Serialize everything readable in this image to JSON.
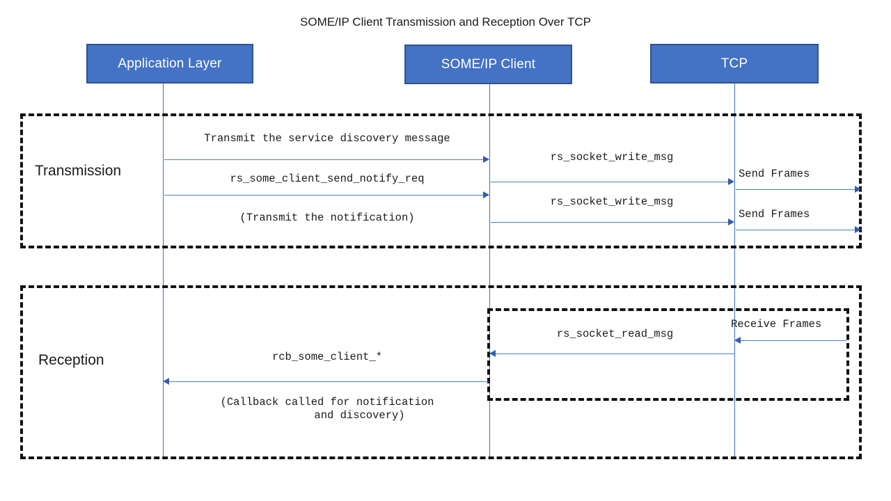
{
  "title": "SOME/IP Client Transmission and Reception Over TCP",
  "theme": {
    "participant_fill": "#4472C4",
    "participant_border": "#2E528F",
    "participant_text": "#FFFFFF",
    "lifeline_color": "#3D6FC4",
    "arrow_color": "#4A7EC8",
    "arrow_head_color": "#2F5FAE",
    "region_border": "#111111",
    "background": "#FFFFFF",
    "text_color": "#1A1A1A"
  },
  "participants": [
    {
      "id": "app",
      "label": "Application Layer"
    },
    {
      "id": "someip",
      "label": "SOME/IP Client"
    },
    {
      "id": "tcp",
      "label": "TCP"
    }
  ],
  "regions": [
    {
      "id": "transmission",
      "label": "Transmission"
    },
    {
      "id": "reception",
      "label": "Reception"
    },
    {
      "id": "reception-inner",
      "label": ""
    }
  ],
  "messages": [
    {
      "id": "m1",
      "from": "app",
      "to": "someip",
      "direction": "right",
      "label": "Transmit the service discovery message",
      "region": "transmission"
    },
    {
      "id": "m2",
      "from": "someip",
      "to": "tcp",
      "direction": "right",
      "label": "rs_socket_write_msg",
      "region": "transmission"
    },
    {
      "id": "m3",
      "from": "tcp",
      "to": "boundary-right",
      "direction": "right",
      "label": "Send Frames",
      "region": "transmission"
    },
    {
      "id": "m4",
      "from": "app",
      "to": "someip",
      "direction": "right",
      "label": "rs_some_client_send_notify_req",
      "region": "transmission"
    },
    {
      "id": "m5",
      "from": "app",
      "to": "someip",
      "direction": "none",
      "label": "(Transmit the notification)",
      "region": "transmission"
    },
    {
      "id": "m6",
      "from": "someip",
      "to": "tcp",
      "direction": "right",
      "label": "rs_socket_write_msg",
      "region": "transmission"
    },
    {
      "id": "m7",
      "from": "tcp",
      "to": "boundary-right",
      "direction": "right",
      "label": "Send Frames",
      "region": "transmission"
    },
    {
      "id": "m8",
      "from": "boundary-right",
      "to": "tcp",
      "direction": "left",
      "label": "Receive Frames",
      "region": "reception-inner"
    },
    {
      "id": "m9",
      "from": "tcp",
      "to": "someip",
      "direction": "left",
      "label": "rs_socket_read_msg",
      "region": "reception-inner"
    },
    {
      "id": "m10",
      "from": "someip",
      "to": "app",
      "direction": "left",
      "label": "rcb_some_client_*",
      "region": "reception"
    },
    {
      "id": "m11",
      "from": "someip",
      "to": "app",
      "direction": "none",
      "label": "(Callback called for notification\n          and discovery)",
      "region": "reception"
    }
  ]
}
